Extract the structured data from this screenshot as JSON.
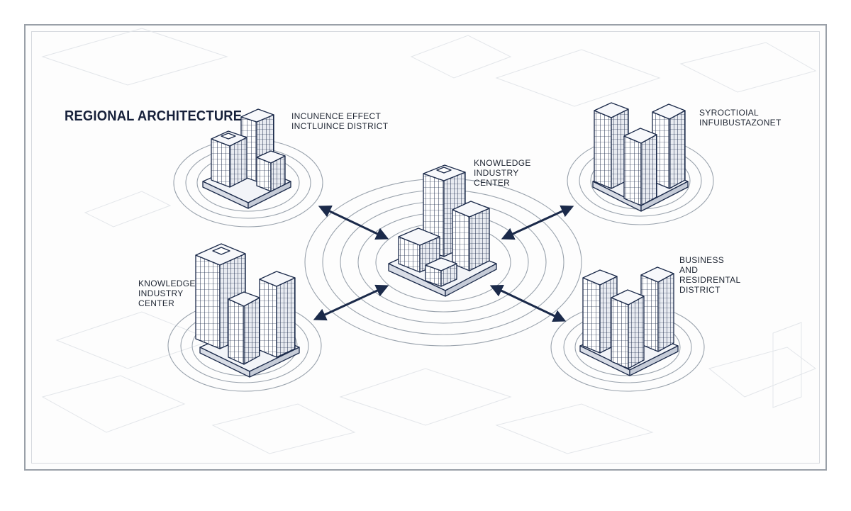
{
  "diagram": {
    "title": "REGIONAL ARCHITECTURE",
    "colors": {
      "ink": "#1b2a4a",
      "ring": "#9aa3ad",
      "bg_lines": "#e3e6ea"
    },
    "nodes": [
      {
        "id": "center",
        "label": "KNOWLEDGE\nINDUSTRY\nCENTER"
      },
      {
        "id": "top-left",
        "label": "INCUNENCE EFFECT\nINCTLUINCE DISTRICT"
      },
      {
        "id": "top-right",
        "label": "SYROCTIOIAL\nINFUIBUSTAZONET"
      },
      {
        "id": "bottom-left",
        "label": "KNOWLEDGE\nINDUSTRY\nCENTER"
      },
      {
        "id": "bottom-right",
        "label": "BUSINESS\nAND\nRESIDRENTAL\nDISTRICT"
      }
    ]
  }
}
